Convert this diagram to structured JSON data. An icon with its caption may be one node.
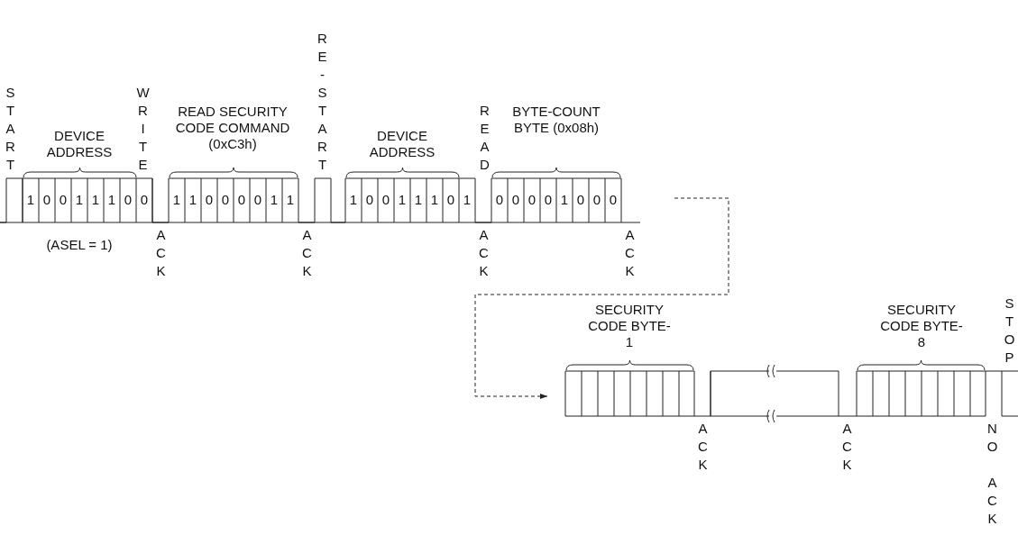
{
  "diagram": {
    "labels": [
      "START",
      "DEVICE ADDRESS",
      "WRITE",
      "READ SECURITY CODE COMMAND (0xC3h)",
      "RE-START",
      "DEVICE ADDRESS",
      "READ",
      "BYTE-COUNT BYTE (0x08h)",
      "1",
      "0",
      "0",
      "1",
      "1",
      "1",
      "0",
      "0",
      "1",
      "1",
      "0",
      "0",
      "0",
      "0",
      "1",
      "1",
      "1",
      "0",
      "0",
      "1",
      "1",
      "1",
      "0",
      "1",
      "0",
      "0",
      "0",
      "0",
      "1",
      "0",
      "0",
      "0",
      "(ASEL = 1)",
      "ACK",
      "ACK",
      "ACK",
      "ACK",
      "SECURITY CODE BYTE-1",
      "SECURITY CODE BYTE-8",
      "STOP",
      "ACK",
      "ACK",
      "NO ACK"
    ]
  }
}
